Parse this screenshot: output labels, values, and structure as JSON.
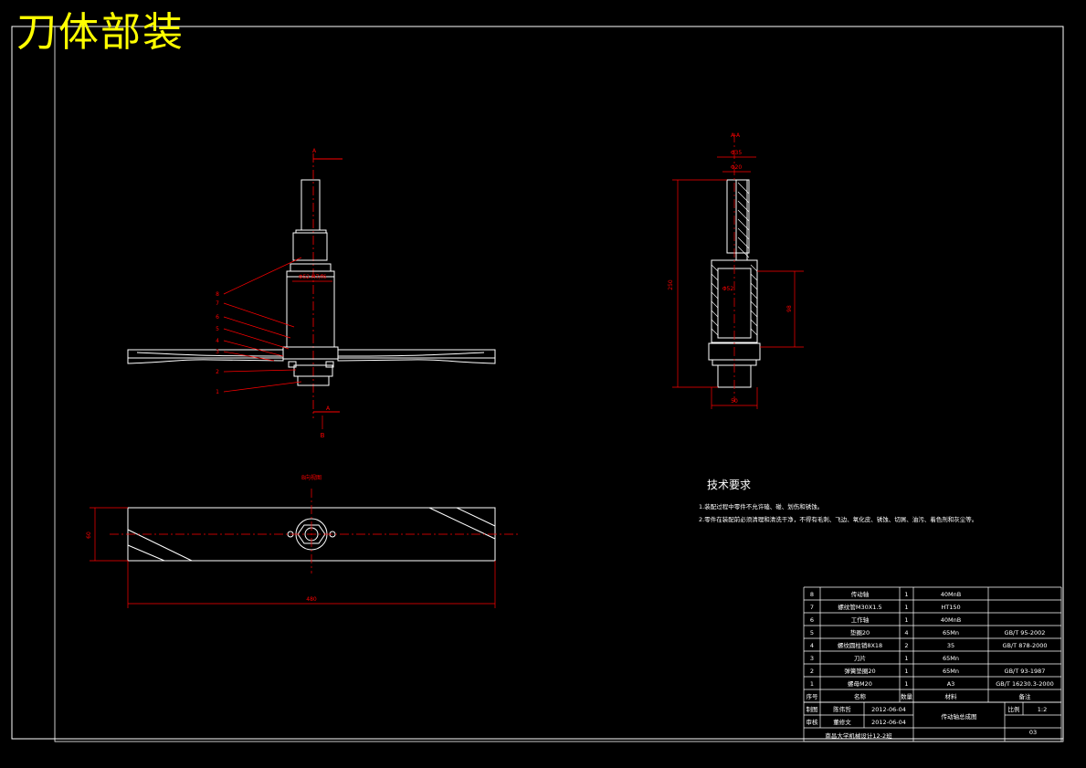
{
  "title": "刀体部装",
  "views": {
    "front": {
      "section_marker_top": "A",
      "section_marker_bottom": "A",
      "center_label": "B",
      "fit_label": "Φ52 H7/f6",
      "balloons": [
        "8",
        "7",
        "6",
        "5",
        "4",
        "3",
        "2",
        "1"
      ]
    },
    "section": {
      "label": "A-A",
      "dim_top_outer": "Φ35",
      "dim_top_inner": "Φ20",
      "dim_height": "250",
      "dim_mid": "Φ52",
      "dim_right": "98",
      "dim_bottom": "50"
    },
    "blade": {
      "label": "B向视图",
      "dim_width": "480",
      "dim_height": "60"
    }
  },
  "tech": {
    "title": "技术要求",
    "lines": [
      "1.装配过程中零件不允许磕、碰、划伤和锈蚀。",
      "2.零件在装配前必须清理和清洗干净，不得有毛刺、飞边、氧化皮、锈蚀、切屑、油污、着色剂和灰尘等。"
    ]
  },
  "bom": {
    "rows": [
      {
        "no": "8",
        "name": "传动轴",
        "qty": "1",
        "mat": "40MnB",
        "std": ""
      },
      {
        "no": "7",
        "name": "螺纹管M30X1.5",
        "qty": "1",
        "mat": "HT150",
        "std": ""
      },
      {
        "no": "6",
        "name": "工作轴",
        "qty": "1",
        "mat": "40MnB",
        "std": ""
      },
      {
        "no": "5",
        "name": "垫圈20",
        "qty": "4",
        "mat": "65Mn",
        "std": "GB/T 95-2002"
      },
      {
        "no": "4",
        "name": "螺纹圆柱销8X18",
        "qty": "2",
        "mat": "35",
        "std": "GB/T 878-2000"
      },
      {
        "no": "3",
        "name": "刀片",
        "qty": "1",
        "mat": "65Mn",
        "std": ""
      },
      {
        "no": "2",
        "name": "弹簧垫圈20",
        "qty": "1",
        "mat": "65Mn",
        "std": "GB/T 93-1987"
      },
      {
        "no": "1",
        "name": "螺母M20",
        "qty": "1",
        "mat": "A3",
        "std": "GB/T 16230.3-2000"
      }
    ],
    "header": {
      "no": "序号",
      "name": "名称",
      "qty": "数量",
      "mat": "材料",
      "std": "备注"
    },
    "title_block": {
      "drawn_label": "制图",
      "drawn_name": "陈伟哲",
      "drawn_date": "2012-06-04",
      "checked_label": "审核",
      "checked_name": "董修文",
      "checked_date": "2012-06-04",
      "drawing_name": "传动轴总成图",
      "scale_label": "比例",
      "scale_value": "1:2",
      "school": "南昌大学机械设计12-2班",
      "sheet_no": "03"
    }
  }
}
